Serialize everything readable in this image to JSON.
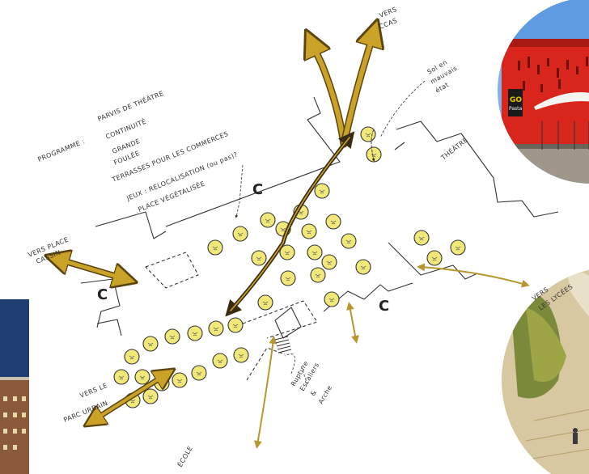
{
  "sketch": {
    "title": "PARVIS DE THÉÂTRE",
    "programme_label": "PROGRAMME :",
    "programme_items": [
      "CONTINUITÉ",
      "GRANDE",
      "FOULÉE",
      "TERRASSES POUR LES COMMERCES",
      "JEUX : RELOCALISATION (ou pas)?",
      "PLACE VÉGÉTALISÉE"
    ],
    "labels": {
      "vers_ccas": [
        "VERS",
        "CCAS"
      ],
      "vers_place_cassin": [
        "VERS PLACE",
        "CASSIN"
      ],
      "vers_parc_urbain": [
        "VERS LE",
        "PARC URBAIN"
      ],
      "vers_lycees": [
        "VERS",
        "LES LYCÉES"
      ],
      "theatre": "THÉÂTRE",
      "sol_mauvais_etat": [
        "Sol en",
        "mauvais",
        "état"
      ],
      "rupture": [
        "Rupture",
        "Escaliers",
        "&",
        "Arche"
      ],
      "ecole": "ÉCOLE",
      "c_markers": [
        "C",
        "C",
        "C"
      ]
    },
    "colors": {
      "arrow_gold": "#c9a227",
      "arrow_dark": "#3a2a10",
      "tree_fill": "#f2e87a",
      "line": "#333333"
    }
  },
  "photos": {
    "top_right": {
      "sign_text": [
        "GO",
        "Pasta"
      ],
      "color": "#d8261c"
    },
    "bottom_left": {
      "color": "#1f3f73"
    },
    "bottom_right": {
      "color": "#c9b27a"
    }
  }
}
